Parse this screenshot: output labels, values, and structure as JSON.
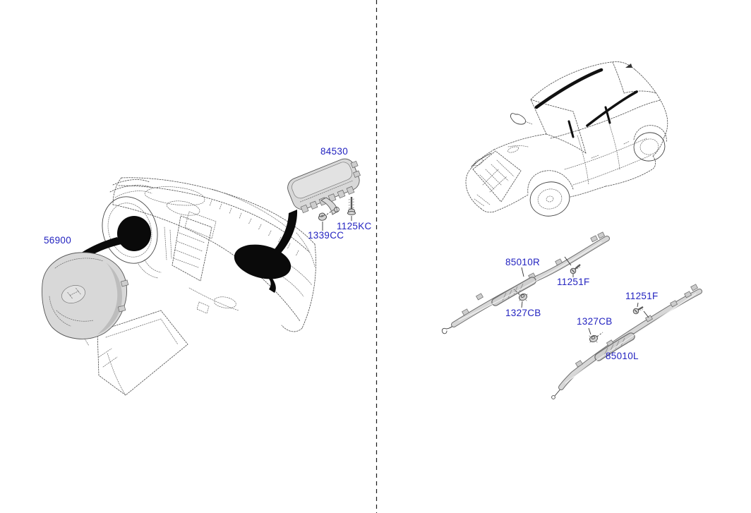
{
  "figure": {
    "type": "parts-diagram",
    "description": "Air bag system exploded parts diagram: dashboard with driver and passenger air bag modules (left panel), vehicle with roof curtain air bags (right panel)",
    "label_color": "#2323c0",
    "line_color": "#454545",
    "part_fill_color": "#d8d8d8",
    "divider_style": "vertical dashed line"
  },
  "callouts": {
    "driver_airbag": "56900",
    "passenger_airbag": "84530",
    "passenger_clip": "1339CC",
    "passenger_bolt": "1125KC",
    "curtain_right": "85010R",
    "curtain_right_screw": "11251F",
    "curtain_right_clip": "1327CB",
    "curtain_left_screw": "11251F",
    "curtain_left_clip": "1327CB",
    "curtain_left": "85010L"
  }
}
